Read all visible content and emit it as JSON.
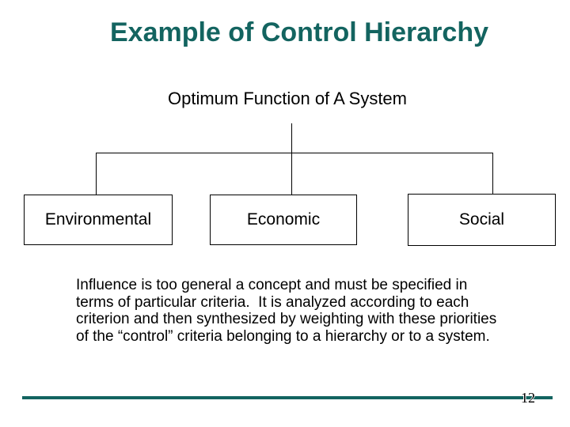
{
  "slide": {
    "title": "Example of Control Hierarchy",
    "page_number": "12"
  },
  "diagram": {
    "type": "hierarchy",
    "root_label": "Optimum Function of A System",
    "children": [
      {
        "label": "Environmental"
      },
      {
        "label": "Economic"
      },
      {
        "label": "Social"
      }
    ]
  },
  "body": {
    "lines": [
      "Influence is too general a concept and must be specified in",
      "terms of particular criteria.  It is analyzed according to each",
      "criterion and then synthesized by weighting with these priorities",
      "of the “control” criteria belonging to a hierarchy or to a system."
    ]
  },
  "colors": {
    "accent_teal": "#136460",
    "text": "#000000",
    "background": "#ffffff"
  }
}
